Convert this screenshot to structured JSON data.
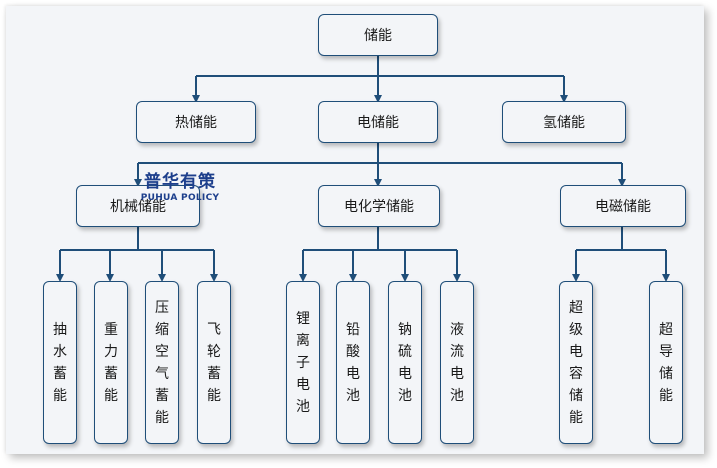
{
  "diagram": {
    "root": "储能",
    "level1": [
      "热储能",
      "电储能",
      "氢储能"
    ],
    "level2": [
      "机械储能",
      "电化学储能",
      "电磁储能"
    ],
    "mechanical": [
      "抽水蓄能",
      "重力蓄能",
      "压缩空气蓄能",
      "飞轮蓄能"
    ],
    "electrochemical": [
      "锂离子电池",
      "铅酸电池",
      "钠硫电池",
      "液流电池"
    ],
    "electromagnetic": [
      "超级电容储能",
      "超导储能"
    ]
  },
  "watermark": {
    "cn": "普华有策",
    "en": "PUHUA POLICY"
  },
  "colors": {
    "border": "#1f4e79",
    "connector": "#1f4e79",
    "background": "#f3f5f8",
    "watermark": "#1d3f8c"
  }
}
